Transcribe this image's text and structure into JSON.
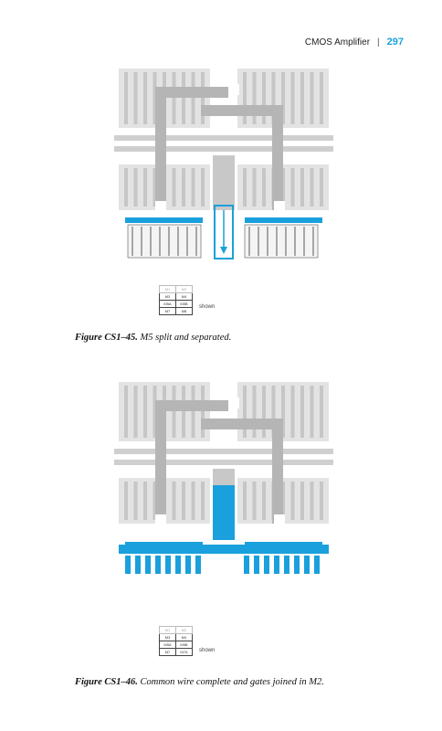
{
  "header": {
    "title": "CMOS Amplifier",
    "separator": "|",
    "page_number": "297"
  },
  "colors": {
    "blue": "#1aa0dc",
    "gray": "#b5b5b5",
    "light": "#e3e3e3",
    "accent": "#1aa0dc"
  },
  "figure1": {
    "caption_label": "Figure CS1–45.",
    "caption_text": "M5 split and separated.",
    "legend": {
      "rows": [
        [
          "M1",
          "M2"
        ],
        [
          "M3",
          "M4"
        ],
        [
          "M5A",
          "M5B"
        ],
        [
          "M7",
          "M8"
        ]
      ],
      "shown_label": "shown"
    }
  },
  "figure2": {
    "caption_label": "Figure CS1–46.",
    "caption_text": "Common wire complete and gates joined in M2.",
    "legend": {
      "rows": [
        [
          "M1",
          "M2"
        ],
        [
          "M3",
          "M4"
        ],
        [
          "M5A",
          "M5B"
        ],
        [
          "M7",
          "M7A"
        ]
      ],
      "shown_label": "shown"
    }
  }
}
